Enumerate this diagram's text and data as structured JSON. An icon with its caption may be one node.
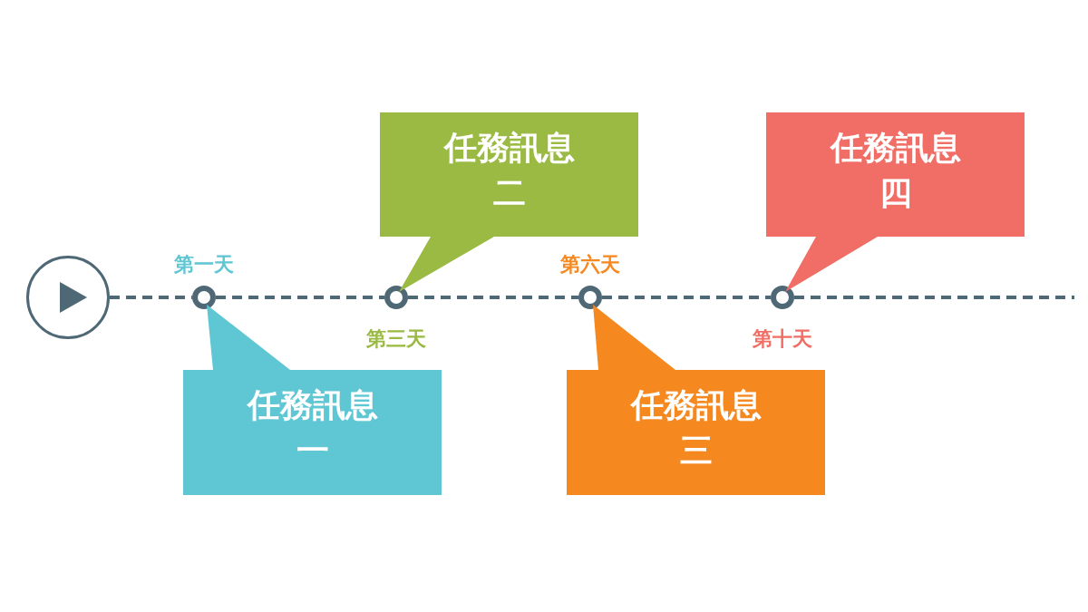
{
  "diagram": {
    "nodes": [
      {
        "text": [],
        "shape": "circle"
      },
      {
        "text": [],
        "shape": "circle"
      },
      {
        "text": [],
        "shape": "circle"
      },
      {
        "text": [],
        "shape": "circle"
      },
      {
        "text": [],
        "shape": "circle"
      },
      {
        "text": [
          "任務訊息",
          "一"
        ]
      },
      {
        "text": [
          "任務訊息",
          "二"
        ]
      },
      {
        "text": [
          "任務訊息",
          "三"
        ]
      },
      {
        "text": [
          "任務訊息",
          "四"
        ]
      }
    ],
    "edges": [
      {
        "from": 0,
        "to": 1,
        "arrow": "none",
        "style": "dashed"
      },
      {
        "from": 1,
        "to": 2,
        "arrow": "none",
        "style": "dashed"
      },
      {
        "from": 2,
        "to": 3,
        "arrow": "none",
        "style": "dashed"
      },
      {
        "from": 3,
        "to": 4,
        "arrow": "none",
        "style": "dashed"
      },
      {
        "from": 4,
        "to": null,
        "arrow": "none",
        "style": "dashed"
      }
    ],
    "labels": [
      "第一天",
      "第三天",
      "第六天",
      "第十天"
    ]
  }
}
